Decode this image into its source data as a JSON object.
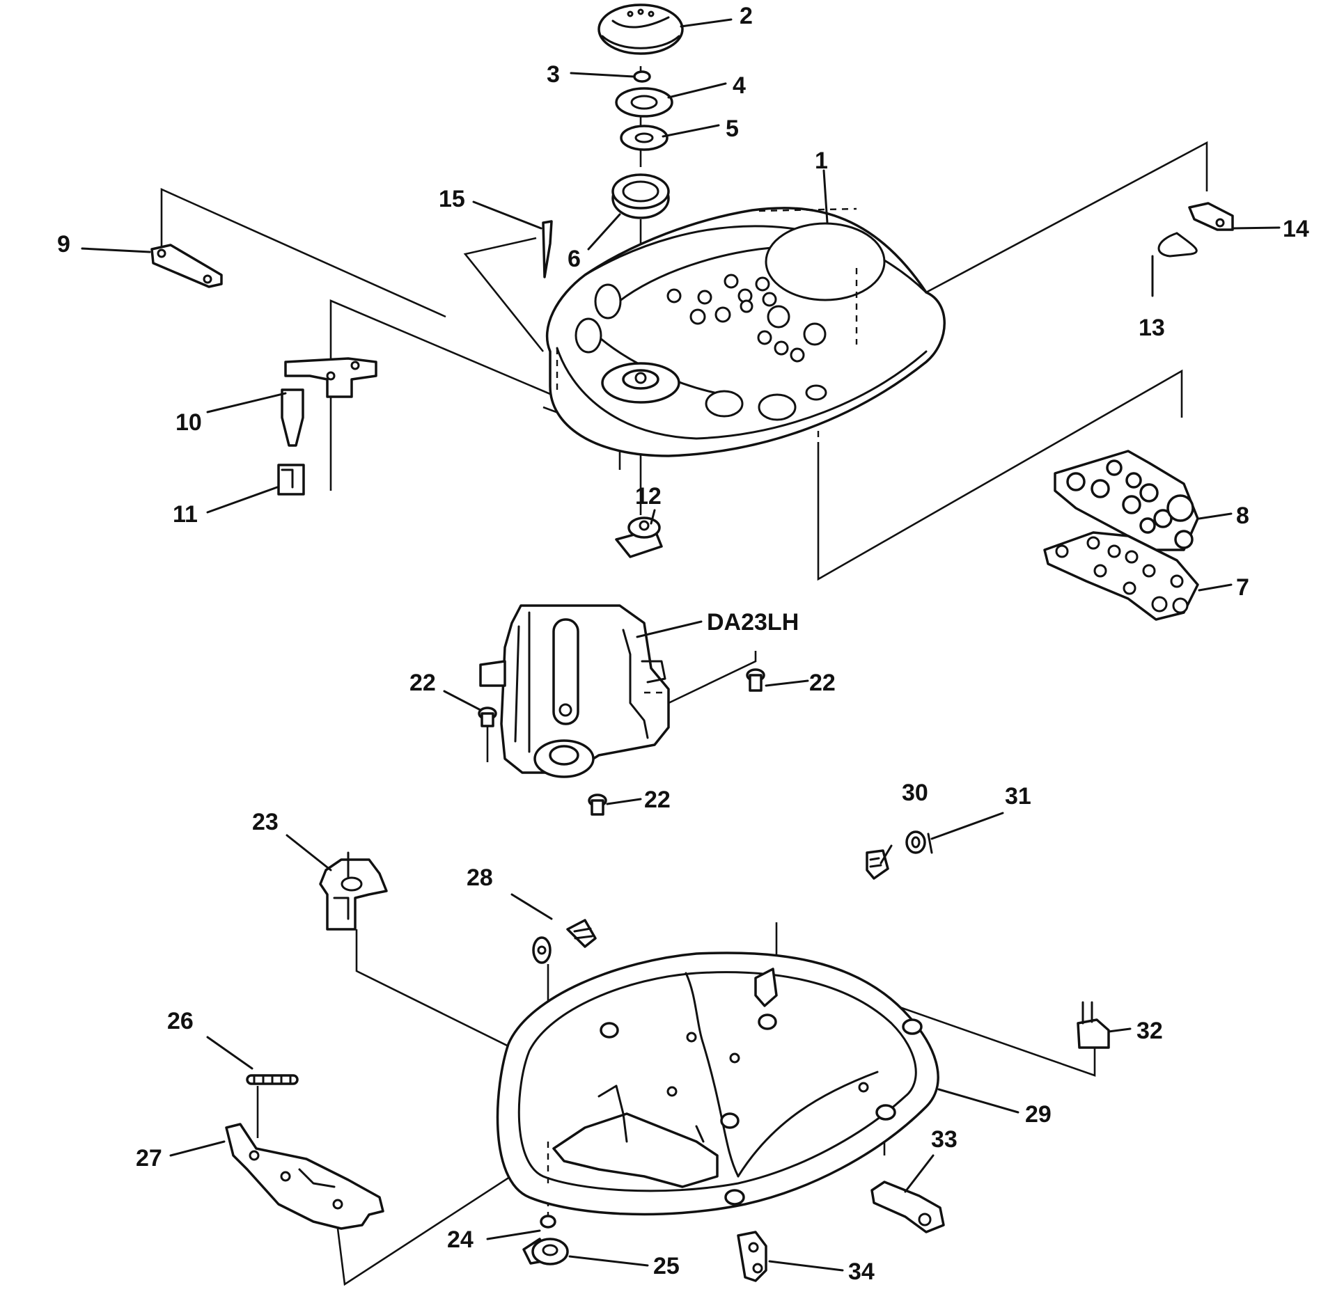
{
  "diagram": {
    "labels": {
      "p1": "1",
      "p2": "2",
      "p3": "3",
      "p4": "4",
      "p5": "5",
      "p6": "6",
      "p7": "7",
      "p8": "8",
      "p9": "9",
      "p10": "10",
      "p11": "11",
      "p12": "12",
      "p13": "13",
      "p14": "14",
      "p15": "15",
      "pickup": "DA23LH",
      "p22a": "22",
      "p22b": "22",
      "p22c": "22",
      "p23": "23",
      "p24": "24",
      "p25": "25",
      "p26": "26",
      "p27": "27",
      "p28": "28",
      "p29": "29",
      "p30": "30",
      "p31": "31",
      "p32": "32",
      "p33": "33",
      "p34": "34"
    }
  }
}
